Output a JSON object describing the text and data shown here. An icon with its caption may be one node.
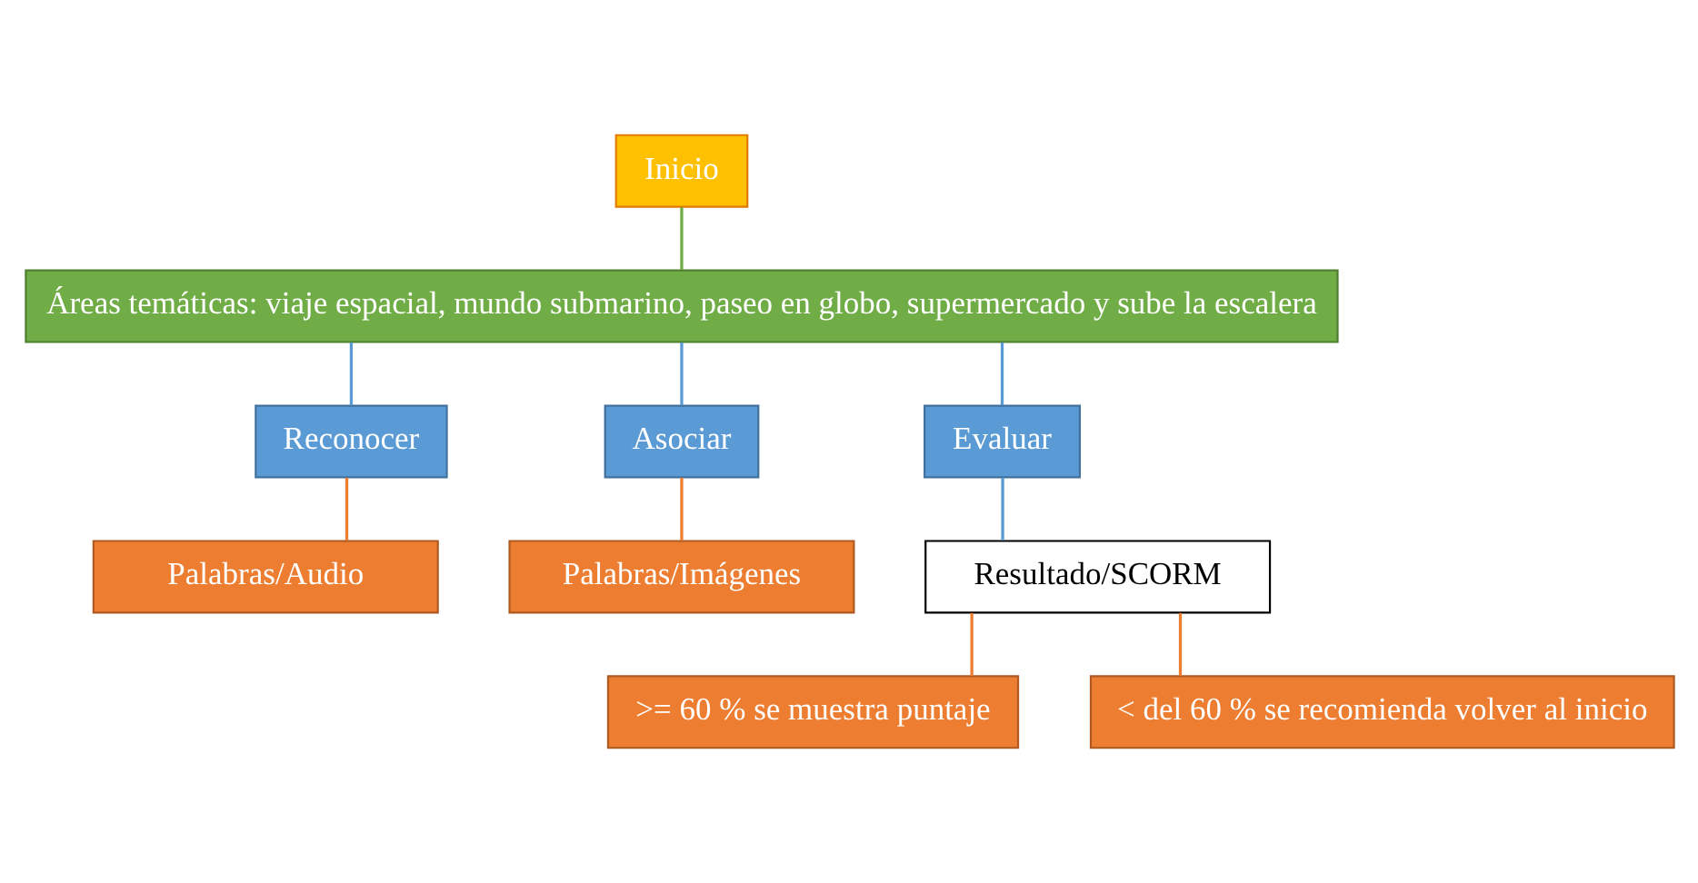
{
  "diagram": {
    "nodes": [
      {
        "text": [
          "Inicio"
        ]
      },
      {
        "text": [
          "Áreas temáticas: viaje espacial, mundo submarino, paseo en globo, supermercado y sube la escalera"
        ]
      },
      {
        "text": [
          "Reconocer"
        ]
      },
      {
        "text": [
          "Asociar"
        ]
      },
      {
        "text": [
          "Evaluar"
        ]
      },
      {
        "text": [
          "Palabras/Audio"
        ]
      },
      {
        "text": [
          "Palabras/Imágenes"
        ]
      },
      {
        "text": [
          "Resultado/SCORM"
        ]
      },
      {
        "text": [
          ">= 60 % se muestra puntaje"
        ]
      },
      {
        "text": [
          "< del 60 % se recomienda volver al inicio"
        ]
      }
    ],
    "edges": [
      {
        "from": 0,
        "to": 1,
        "arrow": "none",
        "color": "#70ad47"
      },
      {
        "from": 1,
        "to": 2,
        "arrow": "none",
        "color": "#5b9bd5"
      },
      {
        "from": 1,
        "to": 3,
        "arrow": "none",
        "color": "#5b9bd5"
      },
      {
        "from": 1,
        "to": 4,
        "arrow": "none",
        "color": "#5b9bd5"
      },
      {
        "from": 2,
        "to": 5,
        "arrow": "none",
        "color": "#ed7d31"
      },
      {
        "from": 3,
        "to": 6,
        "arrow": "none",
        "color": "#ed7d31"
      },
      {
        "from": 4,
        "to": 7,
        "arrow": "none",
        "color": "#5b9bd5"
      },
      {
        "from": 7,
        "to": 8,
        "arrow": "none",
        "color": "#ed7d31"
      },
      {
        "from": 7,
        "to": 9,
        "arrow": "none",
        "color": "#ed7d31"
      }
    ]
  }
}
